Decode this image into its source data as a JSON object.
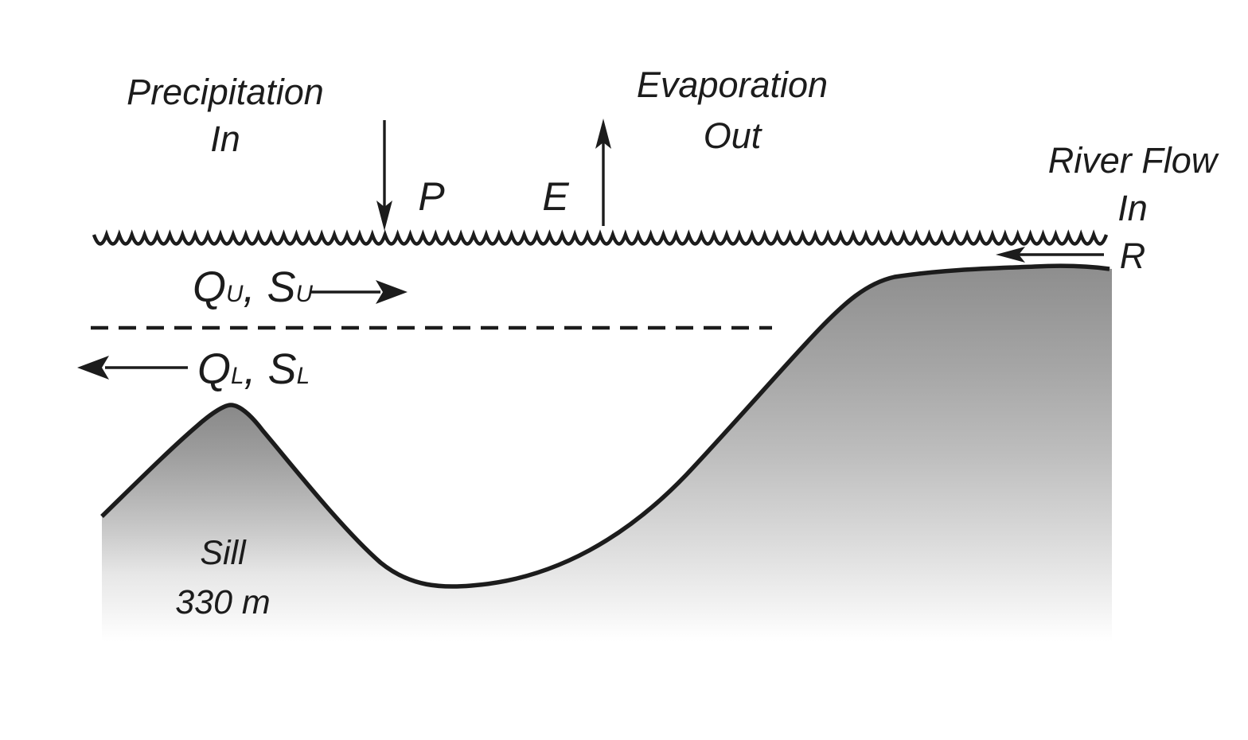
{
  "scene": {
    "background": "#ffffff",
    "ink_color": "#1c1c1c",
    "terrain_top_gray": "#8d8d8d",
    "terrain_bottom_fade": "#ffffff",
    "water_surface_style": "scalloped wave line",
    "layer_interface_style": "dashed line"
  },
  "labels": {
    "precipitation": {
      "line1": "Precipitation",
      "line2": "In",
      "symbol": "P",
      "arrow_direction": "down"
    },
    "evaporation": {
      "line1": "Evaporation",
      "line2": "Out",
      "symbol": "E",
      "arrow_direction": "up"
    },
    "river_flow": {
      "line1": "River Flow",
      "line2": "In",
      "symbol": "R",
      "arrow_direction": "left"
    },
    "upper_layer": {
      "q_symbol": "Q",
      "q_subscript": "U",
      "separator": ", ",
      "s_symbol": "S",
      "s_subscript": "U",
      "arrow_direction": "right"
    },
    "lower_layer": {
      "q_symbol": "Q",
      "q_subscript": "L",
      "separator": ", ",
      "s_symbol": "S",
      "s_subscript": "L",
      "arrow_direction": "left"
    },
    "sill": {
      "line1": "Sill",
      "line2": "330 m"
    }
  }
}
